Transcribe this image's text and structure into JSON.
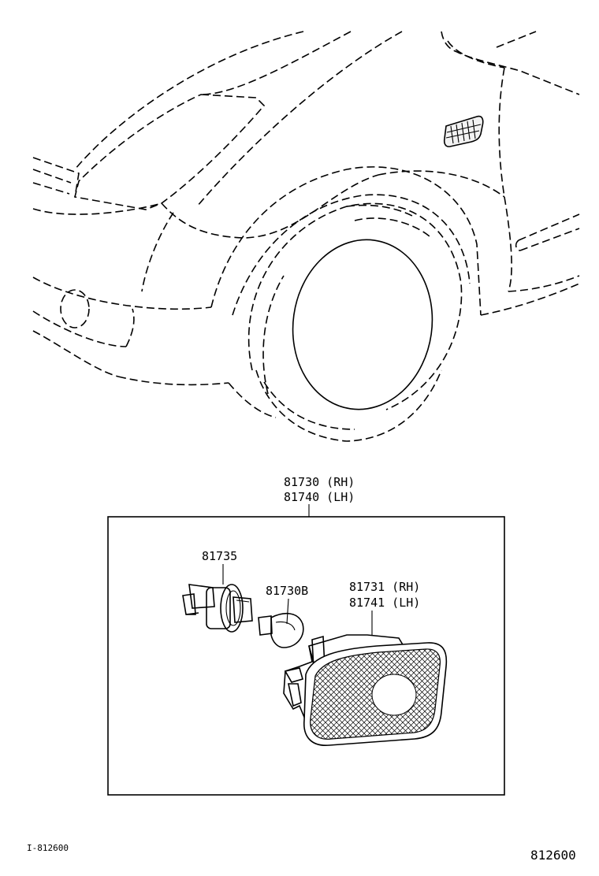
{
  "labels": {
    "assembly_rh": "81730 (RH)",
    "assembly_lh": "81740 (LH)",
    "socket": "81735",
    "bulb": "81730B",
    "lens_rh": "81731 (RH)",
    "lens_lh": "81741 (LH)"
  },
  "footer": {
    "ref_left": "I-812600",
    "code_right": "812600"
  }
}
